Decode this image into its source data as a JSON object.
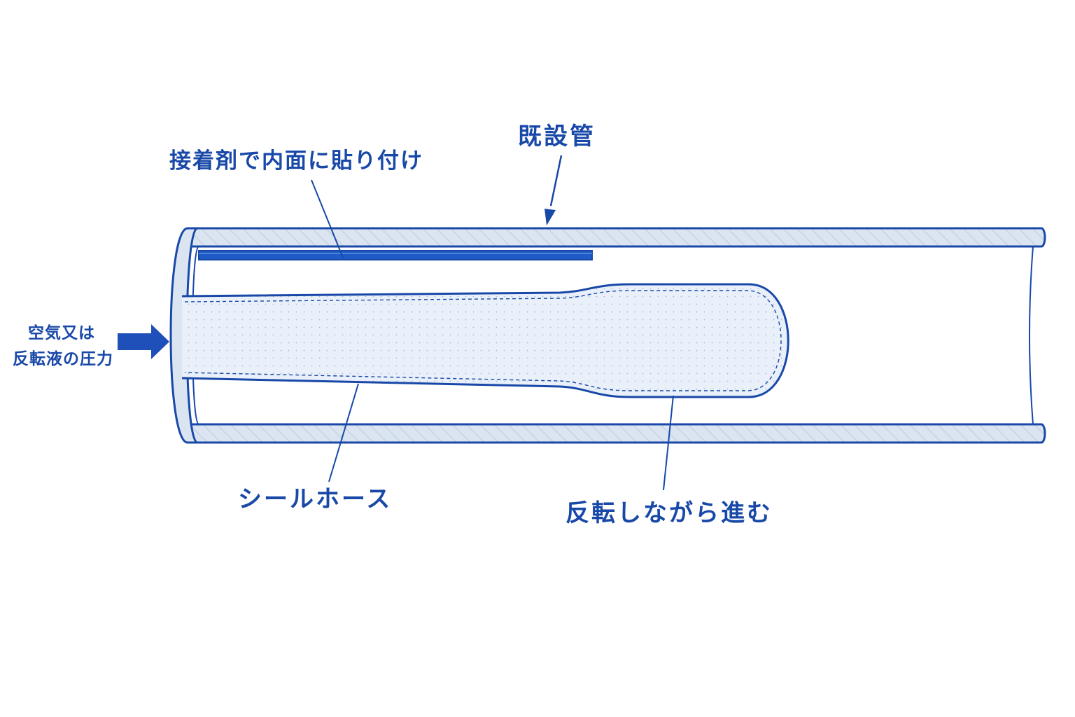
{
  "colors": {
    "ink": "#1848a8",
    "pipe_fill": "#dbe5f2",
    "liner": "#1f5bc6",
    "hose_fill": "#e7effa",
    "background": "#ffffff"
  },
  "labels": {
    "existing_pipe": "既設管",
    "adhesive": "接着剤で内面に貼り付け",
    "pressure_line1": "空気又は",
    "pressure_line2": "反転液の圧力",
    "seal_hose": "シールホース",
    "advance": "反転しながら進む"
  },
  "icons": {
    "pressure_arrow": "right-arrow-icon",
    "leader_arrow": "arrowhead-icon"
  }
}
